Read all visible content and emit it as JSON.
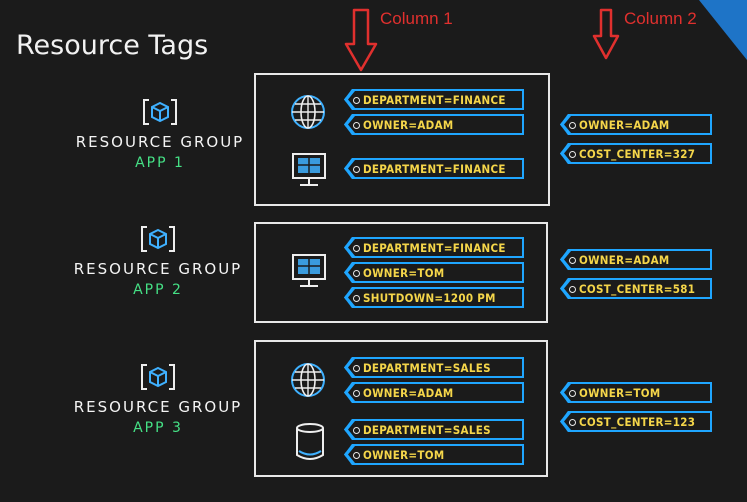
{
  "title": "Resource Tags",
  "columns": {
    "col1": "Column 1",
    "col2": "Column 2"
  },
  "colors": {
    "accent_tag": "#1fa6ff",
    "tag_text": "#f5d64a",
    "app_text": "#45e085",
    "column_label": "#e0302e"
  },
  "groups": [
    {
      "label": "RESOURCE GROUP",
      "app": "APP 1",
      "resources": [
        {
          "icon": "globe-icon",
          "tags": [
            "DEPARTMENT=FINANCE",
            "OWNER=ADAM"
          ]
        },
        {
          "icon": "vm-monitor-icon",
          "tags": [
            "DEPARTMENT=FINANCE"
          ]
        }
      ],
      "group_tags": [
        "OWNER=ADAM",
        "COST_CENTER=327"
      ]
    },
    {
      "label": "RESOURCE GROUP",
      "app": "APP 2",
      "resources": [
        {
          "icon": "vm-monitor-icon",
          "tags": [
            "DEPARTMENT=FINANCE",
            "OWNER=TOM",
            "SHUTDOWN=1200 PM"
          ]
        }
      ],
      "group_tags": [
        "OWNER=ADAM",
        "COST_CENTER=581"
      ]
    },
    {
      "label": "RESOURCE GROUP",
      "app": "APP 3",
      "resources": [
        {
          "icon": "globe-icon",
          "tags": [
            "DEPARTMENT=SALES",
            "OWNER=ADAM"
          ]
        },
        {
          "icon": "database-icon",
          "tags": [
            "DEPARTMENT=SALES",
            "OWNER=TOM"
          ]
        }
      ],
      "group_tags": [
        "OWNER=TOM",
        "COST_CENTER=123"
      ]
    }
  ]
}
